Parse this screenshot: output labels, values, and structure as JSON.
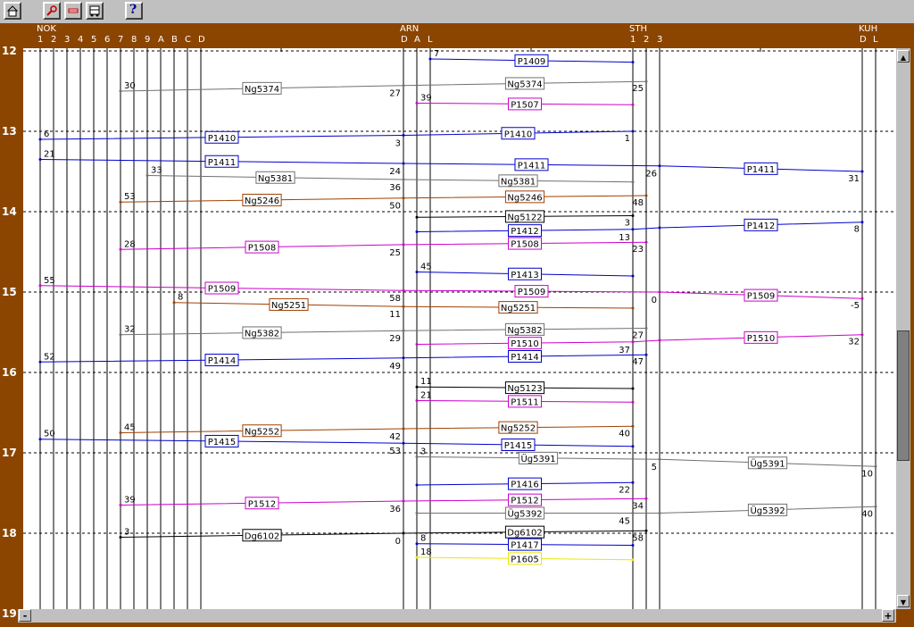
{
  "toolbar": {
    "buttons": [
      {
        "icon": "home-icon"
      },
      {
        "icon": "magnifier-icon"
      },
      {
        "icon": "remove-icon"
      },
      {
        "icon": "train-icon"
      },
      {
        "icon": "help-icon",
        "label": "?"
      }
    ]
  },
  "stations": [
    {
      "name": "NOK",
      "tracks": [
        "1",
        "2",
        "3",
        "4",
        "5",
        "6",
        "7",
        "8",
        "9",
        "A",
        "B",
        "C",
        "D"
      ]
    },
    {
      "name": "ARN",
      "tracks": [
        "D",
        "A",
        "L"
      ]
    },
    {
      "name": "STH",
      "tracks": [
        "1",
        "2",
        "3"
      ]
    },
    {
      "name": "KUH",
      "tracks": [
        "D",
        "L"
      ]
    }
  ],
  "hours": [
    "12",
    "13",
    "14",
    "15",
    "16",
    "17",
    "18",
    "19"
  ],
  "colors": {
    "P1": "#0000cc",
    "P15": "#cc00cc",
    "Ng": "#707070",
    "Ng52": "#a04000",
    "black": "#000000",
    "yellow": "#e8e800"
  },
  "chart_data": {
    "type": "timetable",
    "xlabel": "",
    "ylabel": "",
    "time_range": [
      "12:00",
      "19:00"
    ],
    "trains": [
      {
        "name": "P1409",
        "color": "P1",
        "pts": [
          [
            "ARN-L",
            12.1,
            "7"
          ],
          [
            "STH-1",
            12.14,
            ""
          ]
        ]
      },
      {
        "name": "Ng5374",
        "color": "Ng",
        "pts": [
          [
            "NOK-7",
            12.5,
            "30"
          ],
          [
            "ARN-D",
            12.43,
            "27"
          ],
          [
            "STH-2",
            12.38,
            "25"
          ]
        ]
      },
      {
        "name": "P1507",
        "color": "P15",
        "pts": [
          [
            "ARN-A",
            12.65,
            "39"
          ],
          [
            "STH-1",
            12.67,
            ""
          ]
        ]
      },
      {
        "name": "P1410",
        "color": "P1",
        "pts": [
          [
            "NOK-1",
            13.1,
            "6"
          ],
          [
            "ARN-D",
            13.05,
            "3"
          ],
          [
            "STH-1",
            13.0,
            "1"
          ]
        ]
      },
      {
        "name": "P1411",
        "color": "P1",
        "pts": [
          [
            "NOK-1",
            13.35,
            "21"
          ],
          [
            "ARN-D",
            13.4,
            "24"
          ],
          [
            "STH-3",
            13.43,
            "26"
          ],
          [
            "KUH-D",
            13.5,
            "31"
          ]
        ]
      },
      {
        "name": "Ng5381",
        "color": "Ng",
        "pts": [
          [
            "NOK-9",
            13.55,
            "33"
          ],
          [
            "ARN-D",
            13.6,
            "36"
          ],
          [
            "STH-1",
            13.63,
            ""
          ]
        ]
      },
      {
        "name": "Ng5246",
        "color": "Ng52",
        "pts": [
          [
            "NOK-7",
            13.88,
            "53"
          ],
          [
            "ARN-D",
            13.83,
            "50"
          ],
          [
            "STH-2",
            13.8,
            "48"
          ]
        ]
      },
      {
        "name": "Ng5122",
        "color": "black",
        "pts": [
          [
            "ARN-A",
            14.07,
            ""
          ],
          [
            "STH-1",
            14.05,
            "3"
          ]
        ]
      },
      {
        "name": "P1412",
        "color": "P1",
        "pts": [
          [
            "ARN-A",
            14.25,
            ""
          ],
          [
            "STH-1",
            14.22,
            "13"
          ],
          [
            "STH-3",
            14.2,
            ""
          ],
          [
            "KUH-D",
            14.13,
            "8"
          ]
        ]
      },
      {
        "name": "P1508",
        "color": "P15",
        "pts": [
          [
            "NOK-7",
            14.47,
            "28"
          ],
          [
            "ARN-D",
            14.41,
            "25"
          ],
          [
            "STH-2",
            14.38,
            "23"
          ]
        ]
      },
      {
        "name": "P1413",
        "color": "P1",
        "pts": [
          [
            "ARN-A",
            14.75,
            "45"
          ],
          [
            "STH-1",
            14.8,
            ""
          ]
        ]
      },
      {
        "name": "P1509",
        "color": "P15",
        "pts": [
          [
            "NOK-1",
            14.92,
            "55"
          ],
          [
            "ARN-D",
            14.98,
            "58"
          ],
          [
            "STH-3",
            15.0,
            "0"
          ],
          [
            "KUH-D",
            15.08,
            "-5"
          ]
        ]
      },
      {
        "name": "Ng5251",
        "color": "Ng52",
        "pts": [
          [
            "NOK-B",
            15.13,
            "8"
          ],
          [
            "ARN-D",
            15.18,
            "11"
          ],
          [
            "STH-1",
            15.2,
            ""
          ]
        ]
      },
      {
        "name": "Ng5382",
        "color": "Ng",
        "pts": [
          [
            "NOK-7",
            15.53,
            "32"
          ],
          [
            "ARN-D",
            15.48,
            "29"
          ],
          [
            "STH-2",
            15.45,
            "27"
          ]
        ]
      },
      {
        "name": "P1510",
        "color": "P15",
        "pts": [
          [
            "ARN-A",
            15.65,
            ""
          ],
          [
            "STH-1",
            15.62,
            "37"
          ],
          [
            "STH-3",
            15.6,
            ""
          ],
          [
            "KUH-D",
            15.53,
            "32"
          ]
        ]
      },
      {
        "name": "P1414",
        "color": "P1",
        "pts": [
          [
            "NOK-1",
            15.87,
            "52"
          ],
          [
            "ARN-D",
            15.82,
            "49"
          ],
          [
            "STH-2",
            15.78,
            "47"
          ]
        ]
      },
      {
        "name": "Ng5123",
        "color": "black",
        "pts": [
          [
            "ARN-A",
            16.18,
            "11"
          ],
          [
            "STH-1",
            16.2,
            ""
          ]
        ]
      },
      {
        "name": "P1511",
        "color": "P15",
        "pts": [
          [
            "ARN-A",
            16.35,
            "21"
          ],
          [
            "STH-1",
            16.37,
            ""
          ]
        ]
      },
      {
        "name": "Ng5252",
        "color": "Ng52",
        "pts": [
          [
            "NOK-7",
            16.75,
            "45"
          ],
          [
            "ARN-D",
            16.7,
            "42"
          ],
          [
            "STH-1",
            16.67,
            "40"
          ]
        ]
      },
      {
        "name": "P1415",
        "color": "P1",
        "pts": [
          [
            "NOK-1",
            16.83,
            "50"
          ],
          [
            "ARN-D",
            16.88,
            "53"
          ],
          [
            "STH-1",
            16.92,
            ""
          ]
        ]
      },
      {
        "name": "Üg5391",
        "color": "Ng",
        "pts": [
          [
            "ARN-A",
            17.05,
            "3"
          ],
          [
            "STH-3",
            17.08,
            "5"
          ],
          [
            "KUH-L",
            17.17,
            "10"
          ]
        ]
      },
      {
        "name": "P1416",
        "color": "P1",
        "pts": [
          [
            "ARN-A",
            17.4,
            ""
          ],
          [
            "STH-1",
            17.37,
            "22"
          ]
        ]
      },
      {
        "name": "P1512",
        "color": "P15",
        "pts": [
          [
            "NOK-7",
            17.65,
            "39"
          ],
          [
            "ARN-D",
            17.6,
            "36"
          ],
          [
            "STH-2",
            17.57,
            "34"
          ]
        ]
      },
      {
        "name": "Üg5392",
        "color": "Ng",
        "pts": [
          [
            "ARN-A",
            17.75,
            ""
          ],
          [
            "STH-1",
            17.75,
            "45"
          ],
          [
            "STH-3",
            17.75,
            ""
          ],
          [
            "KUH-L",
            17.67,
            "40"
          ]
        ]
      },
      {
        "name": "Dg6102",
        "color": "black",
        "pts": [
          [
            "NOK-7",
            18.05,
            "3"
          ],
          [
            "ARN-D",
            18.0,
            "0"
          ],
          [
            "STH-2",
            17.97,
            "58"
          ]
        ]
      },
      {
        "name": "P1417",
        "color": "P1",
        "pts": [
          [
            "ARN-A",
            18.13,
            "8"
          ],
          [
            "STH-1",
            18.15,
            ""
          ]
        ]
      },
      {
        "name": "P1605",
        "color": "yellow",
        "pts": [
          [
            "ARN-A",
            18.3,
            "18"
          ],
          [
            "STH-1",
            18.33,
            ""
          ]
        ]
      }
    ]
  },
  "scroll": {
    "up": "▲",
    "down": "▼",
    "minus": "-",
    "plus": "+"
  }
}
